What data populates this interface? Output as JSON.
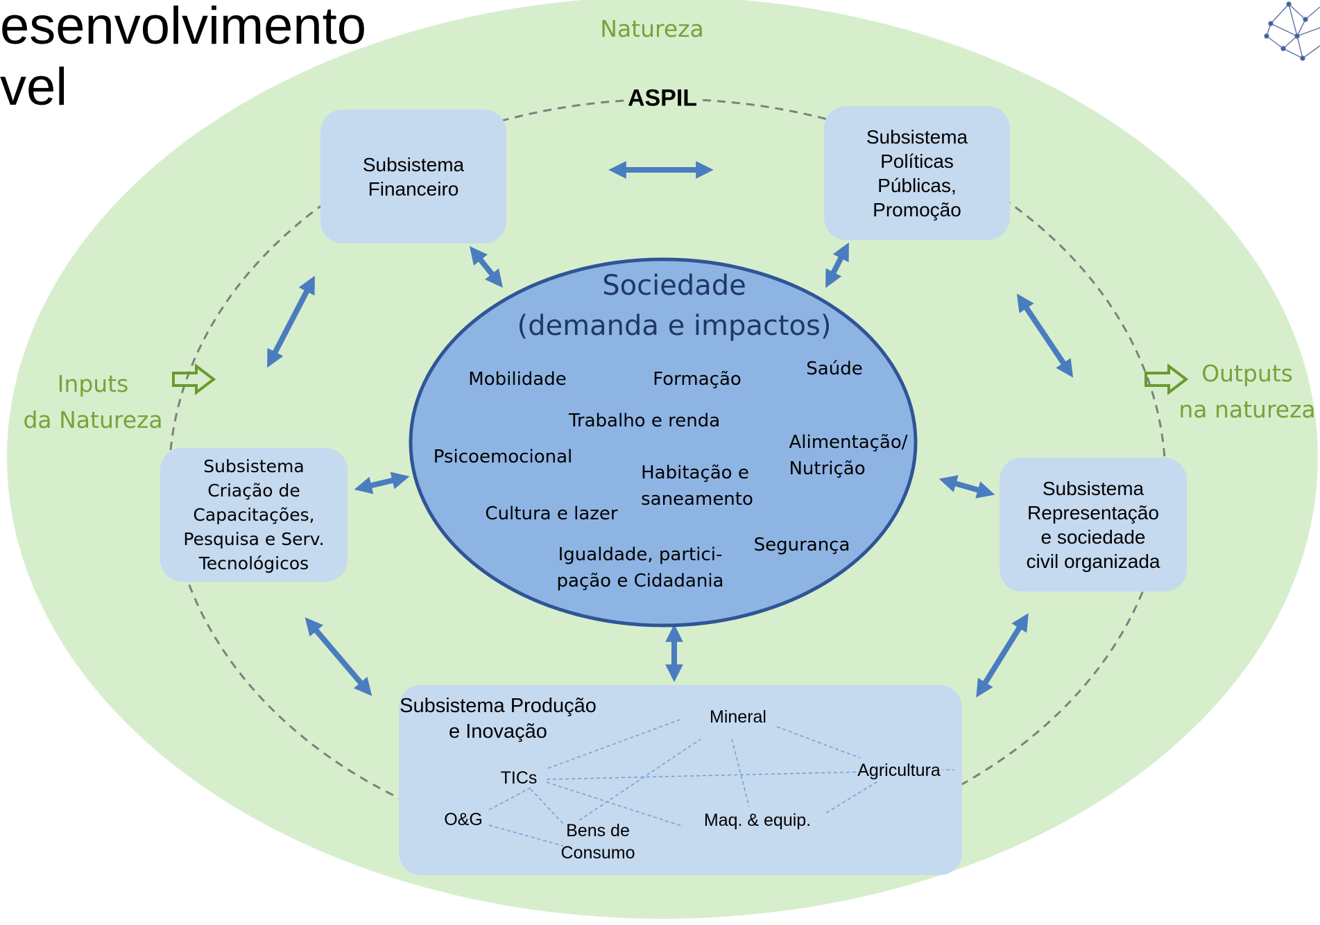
{
  "title": {
    "line1": "esenvolvimento",
    "line2": "vel"
  },
  "outer_ellipse": {
    "label": "Natureza",
    "color": "#D7EECC"
  },
  "aspil_label": "ASPIL",
  "inputs": {
    "line1": "Inputs",
    "line2": "da Natureza"
  },
  "outputs": {
    "line1": "Outputs",
    "line2": "na natureza"
  },
  "colors": {
    "nature_text": "#76A33A",
    "box_fill": "#C5D9EF",
    "society_fill": "#8EB4E3",
    "society_border": "#2F5597",
    "arrow": "#4A7CC0",
    "dashed": "#7F7F7F"
  },
  "subsystems": {
    "financeiro": {
      "lines": [
        "Subsistema",
        "Financeiro"
      ]
    },
    "politicas": {
      "lines": [
        "Subsistema",
        "Políticas",
        "Públicas,",
        "Promoção"
      ]
    },
    "capacitacoes": {
      "lines": [
        "Subsistema",
        "Criação de",
        "Capacitações,",
        "Pesquisa e Serv.",
        "Tecnológicos"
      ]
    },
    "representacao": {
      "lines": [
        "Subsistema",
        "Representação",
        "e sociedade",
        "civil organizada"
      ]
    },
    "producao": {
      "title_lines": [
        "Subsistema Produção",
        "e Inovação"
      ],
      "nodes": [
        {
          "id": "mineral",
          "label": "Mineral"
        },
        {
          "id": "agricultura",
          "label": "Agricultura"
        },
        {
          "id": "tics",
          "label": "TICs"
        },
        {
          "id": "og",
          "label": "O&G"
        },
        {
          "id": "bens",
          "lines": [
            "Bens de",
            "Consumo"
          ]
        },
        {
          "id": "maq",
          "label": "Maq. & equip."
        }
      ]
    }
  },
  "society": {
    "title_lines": [
      "Sociedade",
      "(demanda e impactos)"
    ],
    "items": {
      "mobilidade": "Mobilidade",
      "formacao": "Formação",
      "saude": "Saúde",
      "trabalho": "Trabalho e renda",
      "alimentacao": [
        "Alimentação/",
        "Nutrição"
      ],
      "psico": "Psicoemocional",
      "habitacao": [
        "Habitação e",
        "saneamento"
      ],
      "cultura": "Cultura e lazer",
      "seguranca": "Segurança",
      "igualdade": [
        "Igualdade, partici-",
        "pação e Cidadania"
      ]
    }
  },
  "logo_icon": "network-globe-icon"
}
